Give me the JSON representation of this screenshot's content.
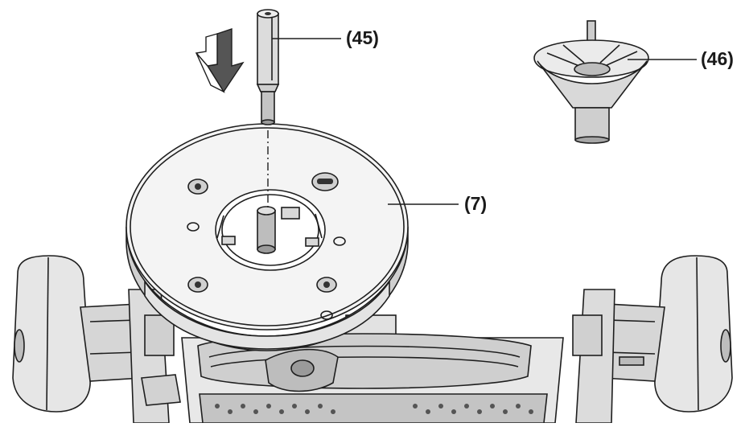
{
  "callouts": {
    "guide_pin": "(45)",
    "centering_cone": "(46)",
    "base_plate": "(7)"
  },
  "colors": {
    "line": "#1e1e1e",
    "light_fill": "#ededed",
    "mid_fill": "#cfcfcf",
    "dark_fill": "#9a9a9a"
  }
}
